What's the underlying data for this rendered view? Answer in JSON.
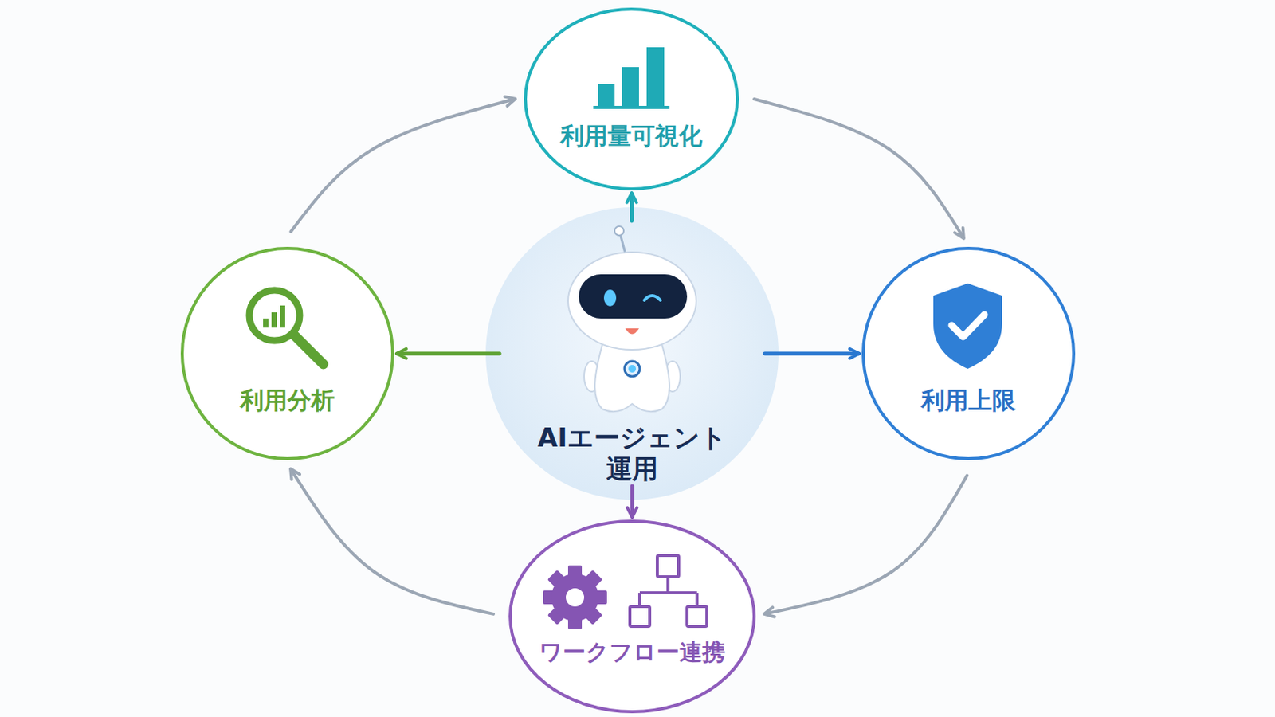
{
  "diagram": {
    "nodes": [
      {
        "text": [
          "利用量可視化"
        ]
      },
      {
        "text": [
          "利用分析"
        ]
      },
      {
        "text": [
          "AIエージェント 運用"
        ]
      },
      {
        "text": [
          "利用上限"
        ]
      },
      {
        "text": [
          "ワークフロー連携"
        ]
      }
    ],
    "edges": [
      {
        "from": 2,
        "to": 0,
        "arrow": "to"
      },
      {
        "from": 2,
        "to": 1,
        "arrow": "to"
      },
      {
        "from": 2,
        "to": 3,
        "arrow": "to"
      },
      {
        "from": 2,
        "to": 4,
        "arrow": "to"
      },
      {
        "from": 0,
        "to": 3,
        "arrow": "to"
      },
      {
        "from": 3,
        "to": 4,
        "arrow": "to"
      },
      {
        "from": 4,
        "to": 1,
        "arrow": "to"
      },
      {
        "from": 1,
        "to": 0,
        "arrow": "to"
      }
    ]
  }
}
